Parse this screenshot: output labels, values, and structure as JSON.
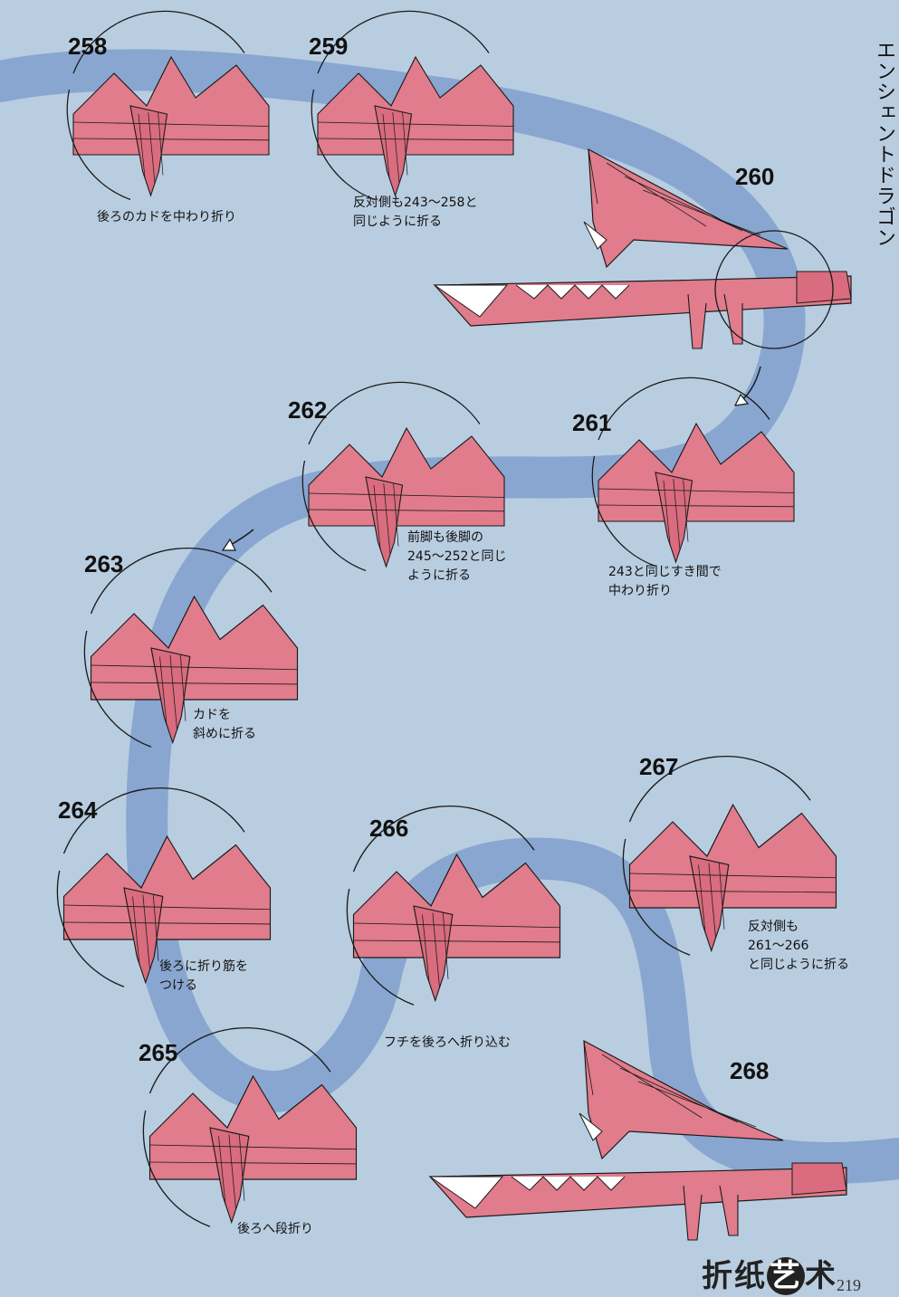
{
  "title": "エンシェントドラゴン",
  "page_number": "219",
  "logo": {
    "chars": [
      "折",
      "纸",
      "艺",
      "术"
    ]
  },
  "colors": {
    "background": "#b9cde0",
    "path": "#7f9fcc",
    "paper": "#e07c8c",
    "paper_light": "#f0a3ae",
    "line": "#1a1a1a"
  },
  "steps": [
    {
      "number": "258",
      "caption": "後ろのカドを中わり折り"
    },
    {
      "number": "259",
      "caption": "反対側も243〜258と\n同じように折る"
    },
    {
      "number": "260",
      "caption": ""
    },
    {
      "number": "261",
      "caption": "243と同じすき間で\n中わり折り"
    },
    {
      "number": "262",
      "caption": "前脚も後脚の\n245〜252と同じ\nように折る"
    },
    {
      "number": "263",
      "caption": "カドを\n斜めに折る"
    },
    {
      "number": "264",
      "caption": "後ろに折り筋を\nつける"
    },
    {
      "number": "265",
      "caption": "後ろへ段折り"
    },
    {
      "number": "266",
      "caption": "フチを後ろへ折り込む"
    },
    {
      "number": "267",
      "caption": "反対側も\n261〜266\nと同じように折る"
    },
    {
      "number": "268",
      "caption": ""
    }
  ]
}
